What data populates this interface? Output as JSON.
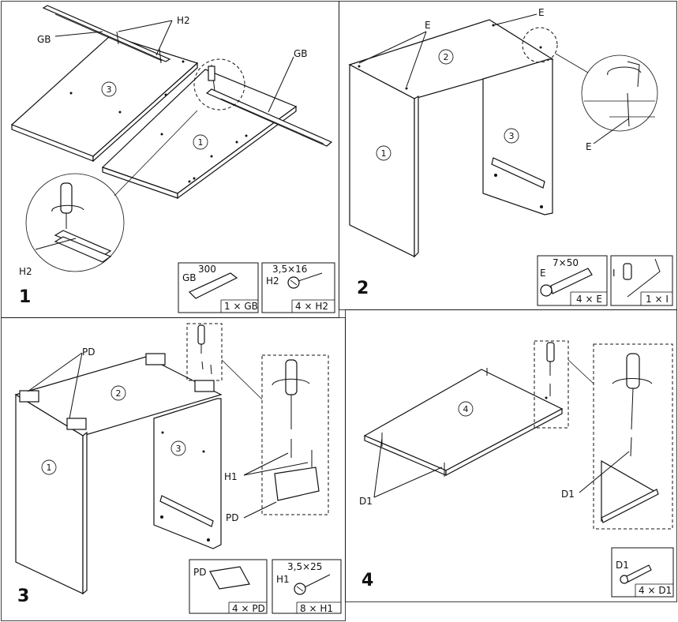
{
  "steps": [
    {
      "number": "1",
      "part_numbers": [
        "3",
        "1"
      ],
      "labels": {
        "gb": "GB",
        "h2_top": "H2",
        "h2_zoom": "H2"
      },
      "hardware": [
        {
          "code": "GB",
          "spec": "300",
          "count": "1 × GB",
          "icon": "drawer-slide-icon"
        },
        {
          "code": "H2",
          "spec": "3,5×16",
          "count": "4 × H2",
          "icon": "screw-icon"
        }
      ]
    },
    {
      "number": "2",
      "part_numbers": [
        "2",
        "1",
        "3"
      ],
      "labels": {
        "e_left": "E",
        "e_right": "E",
        "e_zoom": "E"
      },
      "hardware": [
        {
          "code": "E",
          "spec": "7×50",
          "count": "4 × E",
          "icon": "confirmat-screw-icon"
        },
        {
          "code": "I",
          "spec": "",
          "count": "1 × I",
          "icon": "hex-key-icon"
        }
      ]
    },
    {
      "number": "3",
      "part_numbers": [
        "2",
        "1",
        "3"
      ],
      "labels": {
        "pd": "PD",
        "h1": "H1",
        "pd_zoom": "PD"
      },
      "hardware": [
        {
          "code": "PD",
          "spec": "",
          "count": "4 × PD",
          "icon": "plastic-bracket-icon"
        },
        {
          "code": "H1",
          "spec": "3,5×25",
          "count": "8 × H1",
          "icon": "screw-icon"
        }
      ]
    },
    {
      "number": "4",
      "part_numbers": [
        "4"
      ],
      "labels": {
        "d1_left": "D1",
        "d1_right": "D1"
      },
      "hardware": [
        {
          "code": "D1",
          "spec": "",
          "count": "4 × D1",
          "icon": "wood-dowel-icon"
        }
      ]
    }
  ]
}
